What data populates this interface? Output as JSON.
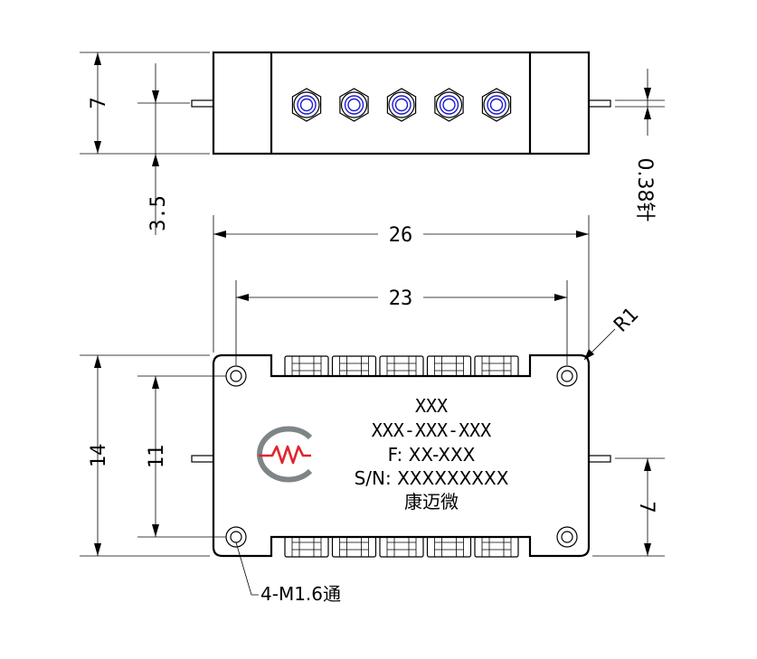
{
  "dimensions": {
    "top_height": "7",
    "top_offset": "3.5",
    "pin_diameter": "0.38针",
    "overall_length": "26",
    "hole_spacing_x": "23",
    "corner_radius": "R1",
    "overall_height": "14",
    "hole_spacing_y": "11",
    "pin_offset": "7"
  },
  "mounting_note": "4-M1.6通",
  "label": {
    "line1": "XXX",
    "line2": "XXX-XXX-XXX",
    "line3": "F: XX-XXX",
    "line4": "S/N: XXXXXXXXX",
    "line5": "康迈微"
  },
  "colors": {
    "logo_red": "#e0262b",
    "logo_gray": "#7d8587",
    "connector_blue": "#1a1ad0",
    "line": "#000000"
  },
  "connector_count_top": 5,
  "connector_count_front": 5
}
